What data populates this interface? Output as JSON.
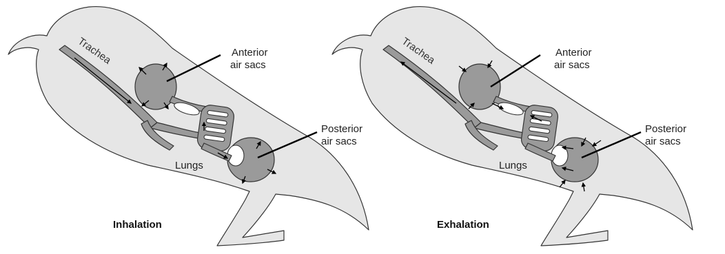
{
  "labels": {
    "trachea": "Trachea",
    "anterior_line1": "Anterior",
    "anterior_line2": "air sacs",
    "posterior_line1": "Posterior",
    "posterior_line2": "air sacs",
    "lungs": "Lungs"
  },
  "panels": [
    {
      "title": "Inhalation"
    },
    {
      "title": "Exhalation"
    }
  ],
  "colors": {
    "body_fill": "#e6e6e6",
    "organ_fill": "#9a9a9a",
    "outline": "#333333"
  }
}
